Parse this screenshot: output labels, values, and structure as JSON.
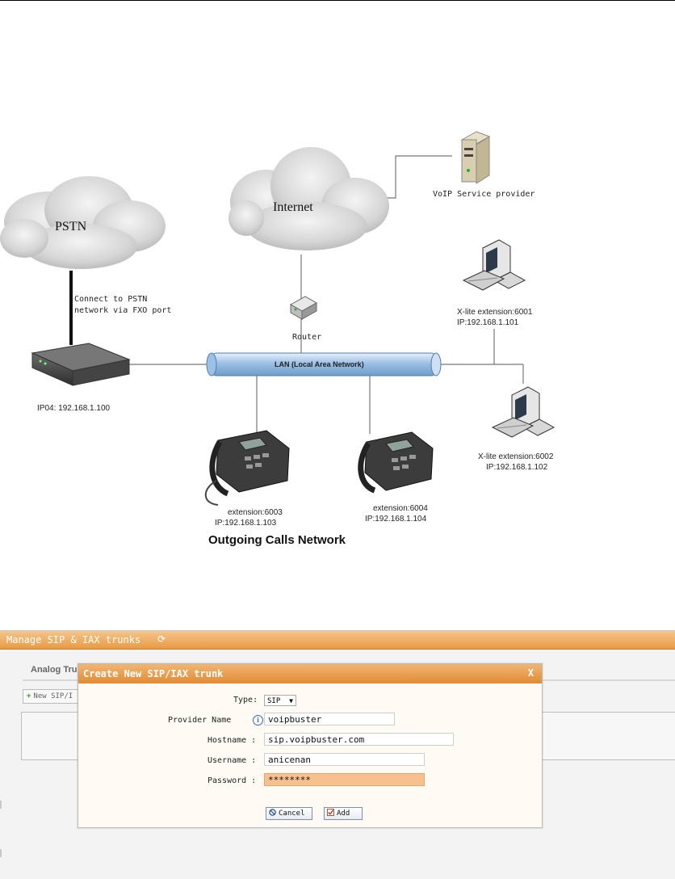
{
  "diagram": {
    "labels": {
      "pstn": "PSTN",
      "internet": "Internet",
      "voip_provider": "VoIP Service provider",
      "router": "Router",
      "lan": "LAN (Local Area Network)",
      "fxo_note_line1": "Connect to PSTN",
      "fxo_note_line2": "network via FXO port",
      "ip04": "IP04: 192.168.1.100",
      "xlite1_line1": "X-lite extension:6001",
      "xlite1_line2": "IP:192.168.1.101",
      "xlite2_line1": "X-lite extension:6002",
      "xlite2_line2": "IP:192.168.1.102",
      "ext6003_line1": "extension:6003",
      "ext6003_line2": "IP:192.168.1.103",
      "ext6004_line1": "extension:6004",
      "ext6004_line2": "IP:192.168.1.104",
      "caption": "Outgoing Calls Network"
    }
  },
  "screen": {
    "title": "Manage SIP & IAX trunks",
    "tab_label": "Analog Trun",
    "new_button": "New SIP/I",
    "dialog": {
      "title": "Create New SIP/IAX trunk",
      "close": "X",
      "type_label": "Type:",
      "type_value": "SIP",
      "provider_label": "Provider Name",
      "provider_value": "voipbuster",
      "hostname_label": "Hostname :",
      "hostname_value": "sip.voipbuster.com",
      "username_label": "Username :",
      "username_value": "anicenan",
      "password_label": "Password :",
      "password_value": "********",
      "cancel_label": "Cancel",
      "add_label": "Add"
    }
  }
}
